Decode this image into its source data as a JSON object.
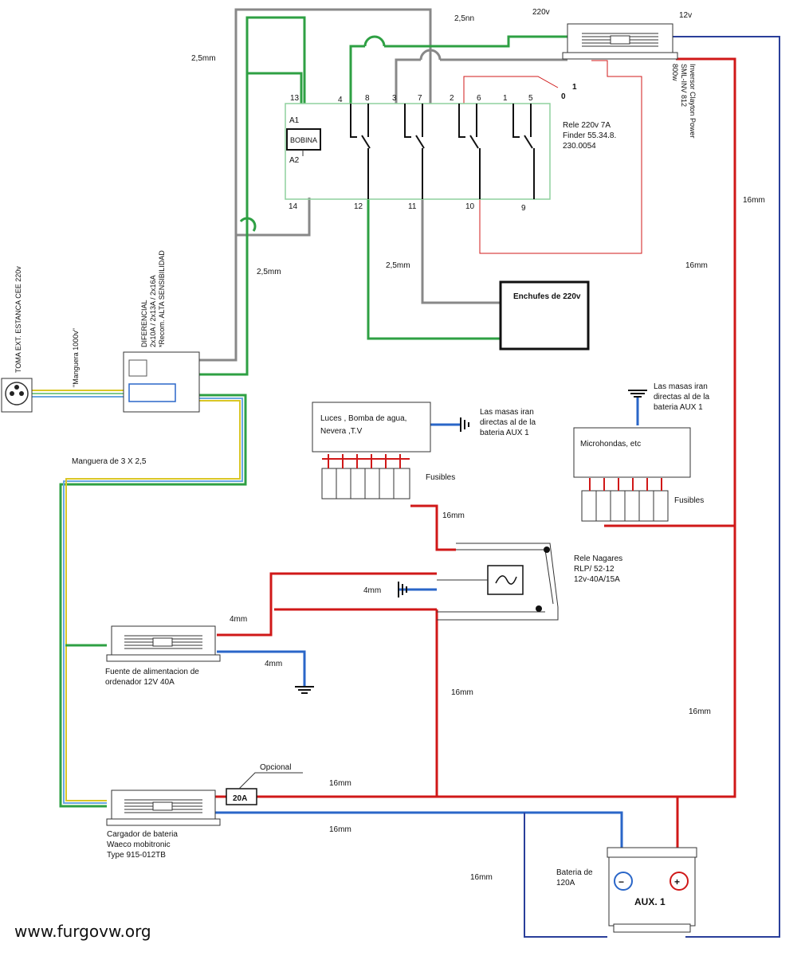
{
  "wire_labels": {
    "g25_left": "2,5mm",
    "g25_top": "2,5nn",
    "v220": "220v",
    "v12": "12v",
    "g25_mid": "2,5mm",
    "g25_lower": "2,5mm",
    "r16_right1": "16mm",
    "r16_right2": "16mm",
    "r16_fuse": "16mm",
    "r4_relay": "4mm",
    "r4_psu": "4mm",
    "b4_psu": "4mm",
    "r16_vert": "16mm",
    "r16_right3": "16mm",
    "r16_charger": "16mm",
    "b16_charger": "16mm",
    "b16_bottom": "16mm"
  },
  "relay": {
    "pins_top": [
      "13",
      "4",
      "8",
      "3",
      "7",
      "2",
      "6",
      "1",
      "5"
    ],
    "pins_bottom": [
      "14",
      "12",
      "11",
      "10",
      "9"
    ],
    "a1": "A1",
    "a2": "A2",
    "coil": "BOBINA",
    "desc": [
      "Rele 220v 7A",
      "Finder 55.34.8.",
      "230.0054"
    ],
    "switch_label_0": "0",
    "switch_label_1": "1"
  },
  "inverter": {
    "desc": [
      "Inversor Clayton Power",
      "SML-INV 812",
      "800w"
    ]
  },
  "sockets": {
    "label": "Enchufes de 220v"
  },
  "inlet": {
    "label": "TOMA EXT. ESTANCA CEE 220v",
    "hose": "\"Manguera 1000v\""
  },
  "differential": {
    "desc": [
      "DIFERENCIAL",
      "2x10A / 2x13A / 2x16A",
      "*Recom. ALTA SENSIBILIDAD"
    ]
  },
  "hose_3x25": "Manguera de 3 X 2,5",
  "loads_left": {
    "lines": [
      "Luces , Bomba de agua,",
      "Nevera ,T.V"
    ],
    "fuses": "Fusibles",
    "ground_note": [
      "Las masas iran",
      "directas al  de la",
      "bateria AUX 1"
    ]
  },
  "loads_right": {
    "lines": [
      "Microhondas, etc"
    ],
    "fuses": "Fusibles",
    "ground_note": [
      "Las masas iran",
      "directas al  de la",
      "bateria AUX 1"
    ]
  },
  "nagares": {
    "desc": [
      "Rele Nagares",
      "RLP/ 52-12",
      "12v-40A/15A"
    ]
  },
  "psu": {
    "desc": [
      "Fuente de alimentacion de",
      "ordenador 12V 40A"
    ]
  },
  "charger": {
    "desc": [
      "Cargador de bateria",
      "Waeco mobitronic",
      "Type 915-012TB"
    ]
  },
  "fuse20": {
    "label": "20A",
    "opt": "Opcional"
  },
  "battery": {
    "desc": [
      "Bateria de",
      "120A"
    ],
    "label": "AUX. 1",
    "neg": "−",
    "pos": "+"
  },
  "watermark": "www.furgovw.org",
  "colors": {
    "phase": "#888888",
    "neutral": "#2ea043",
    "positive": "#d01818",
    "negative": "#2a66c8",
    "chassis": "#2a3f9a"
  }
}
